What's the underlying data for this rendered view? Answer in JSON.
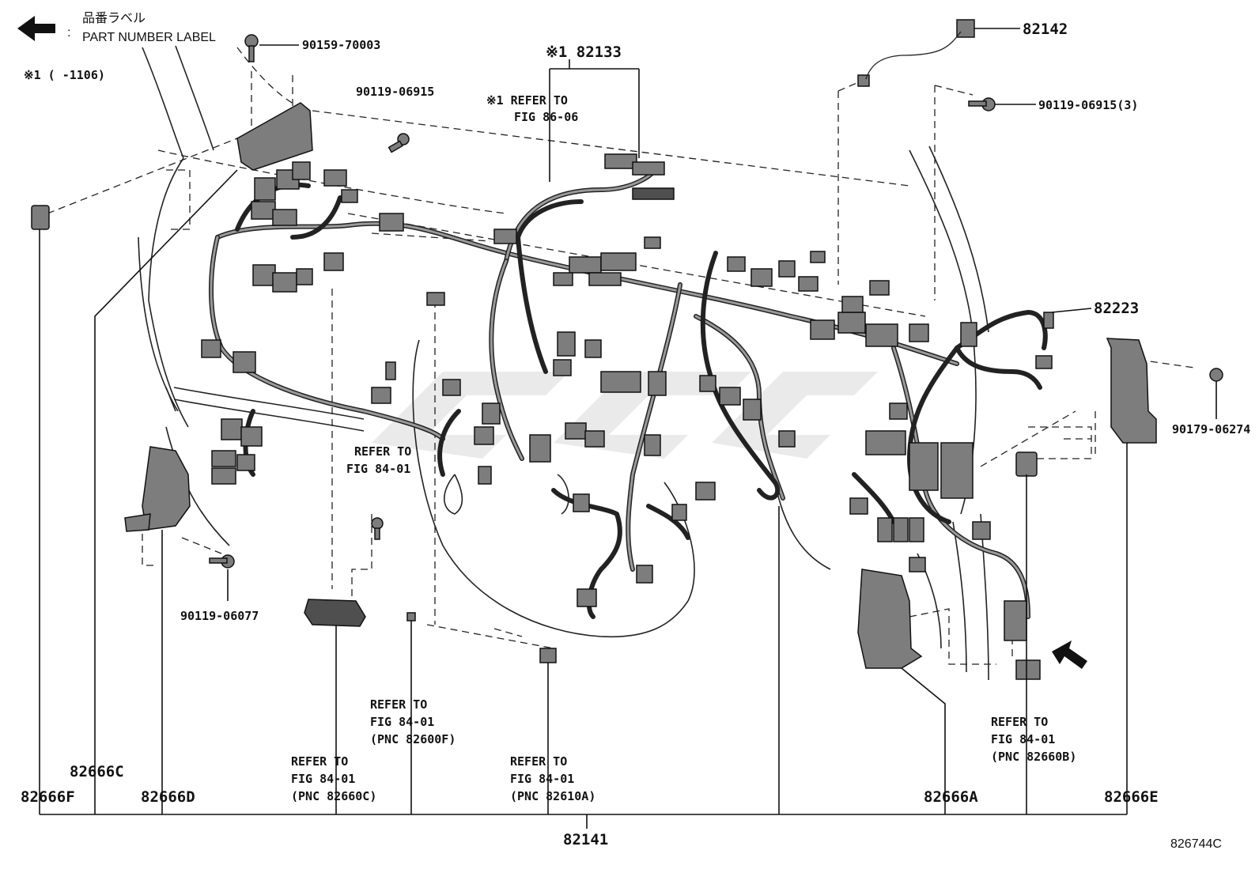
{
  "header": {
    "label_jp": "品番ラベル",
    "label_en": "PART NUMBER LABEL",
    "colon": ":",
    "note": "※1 (       -1106)"
  },
  "callouts": {
    "p90159_70003": "90159-70003",
    "p90119_06915_top": "90119-06915",
    "p82133": "※1 82133",
    "refer_fig86": "※1 REFER TO",
    "refer_fig86_b": "FIG 86-06",
    "p82142": "82142",
    "p90119_06915_3": "90119-06915(3)",
    "p82223": "82223",
    "p90179_06274": "90179-06274",
    "refer_8401_mid_a": "REFER TO",
    "refer_8401_mid_b": "FIG 84-01",
    "p90119_06077": "90119-06077",
    "refer_82600f_a": "REFER TO",
    "refer_82600f_b": "FIG 84-01",
    "refer_82600f_c": "(PNC 82600F)",
    "refer_82660c_a": "REFER TO",
    "refer_82660c_b": "FIG 84-01",
    "refer_82660c_c": "(PNC 82660C)",
    "refer_82610a_a": "REFER TO",
    "refer_82610a_b": "FIG 84-01",
    "refer_82610a_c": "(PNC 82610A)",
    "refer_82660b_a": "REFER TO",
    "refer_82660b_b": "FIG 84-01",
    "refer_82660b_c": "(PNC 82660B)",
    "p82666c": "82666C",
    "p82666f": "82666F",
    "p82666d": "82666D",
    "p82666a": "82666A",
    "p82666e": "82666E",
    "p82141": "82141",
    "figure_id": "826744C"
  },
  "colors": {
    "ink": "#111111",
    "connector": "#7d7d7d",
    "watermark": "#d9d9d9"
  },
  "icons": {
    "label_arrow": "left-arrow-icon",
    "view_arrow": "diagonal-arrow-icon"
  }
}
